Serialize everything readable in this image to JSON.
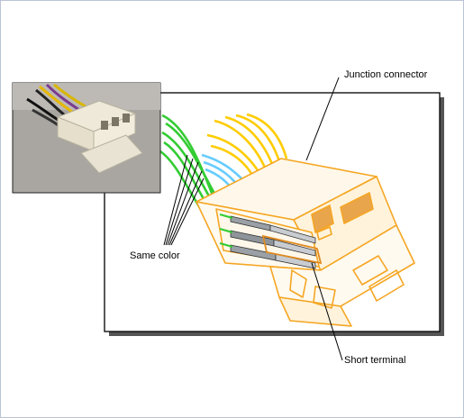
{
  "labels": {
    "junction_connector": "Junction connector",
    "same_color": "Same color",
    "short_terminal": "Short terminal"
  },
  "colors": {
    "connector_outline": "#f5a623",
    "connector_fill": "#fff8ea",
    "wire_green": "#33cc33",
    "wire_blue": "#66ccff",
    "wire_yellow": "#ffcc00",
    "panel_border": "#000000",
    "photo_bg": "#a9a6a1"
  }
}
